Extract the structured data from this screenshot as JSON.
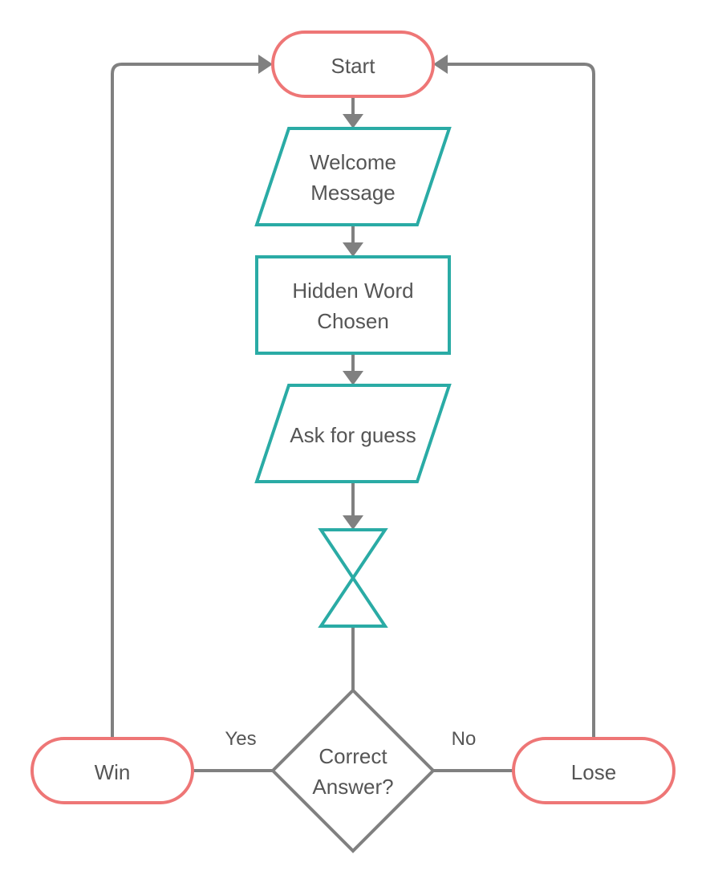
{
  "colors": {
    "terminal_stroke": "#ee7676",
    "process_stroke": "#2aaba5",
    "connector": "#808080",
    "text": "#555555",
    "background": "#ffffff"
  },
  "nodes": {
    "start": {
      "label": "Start"
    },
    "welcome": {
      "line1": "Welcome",
      "line2": "Message"
    },
    "hidden": {
      "line1": "Hidden Word",
      "line2": "Chosen"
    },
    "ask": {
      "label": "Ask for guess"
    },
    "decision": {
      "line1": "Correct",
      "line2": "Answer?"
    },
    "win": {
      "label": "Win"
    },
    "lose": {
      "label": "Lose"
    }
  },
  "edges": {
    "yes_label": "Yes",
    "no_label": "No"
  }
}
